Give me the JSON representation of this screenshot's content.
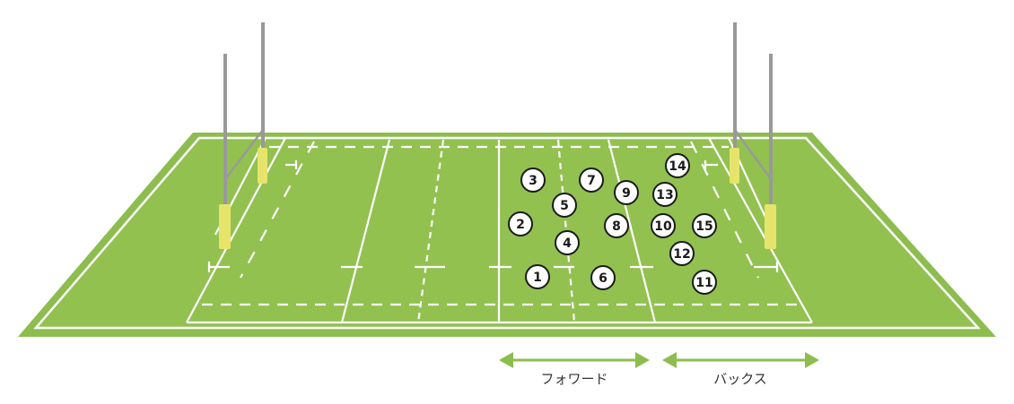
{
  "colors": {
    "pitch_outer": "#8cbd4e",
    "pitch_inner": "#92c150",
    "line": "#ffffff",
    "post": "#999999",
    "pad": "#e6e46a",
    "arrow": "#8cbd4e",
    "player_fill": "#ffffff",
    "player_stroke": "#1a1a1a"
  },
  "players": [
    {
      "number": "1"
    },
    {
      "number": "2"
    },
    {
      "number": "3"
    },
    {
      "number": "4"
    },
    {
      "number": "5"
    },
    {
      "number": "6"
    },
    {
      "number": "7"
    },
    {
      "number": "8"
    },
    {
      "number": "9"
    },
    {
      "number": "10"
    },
    {
      "number": "11"
    },
    {
      "number": "12"
    },
    {
      "number": "13"
    },
    {
      "number": "14"
    },
    {
      "number": "15"
    }
  ],
  "labels": {
    "forwards": "フォワード",
    "backs": "バックス"
  }
}
